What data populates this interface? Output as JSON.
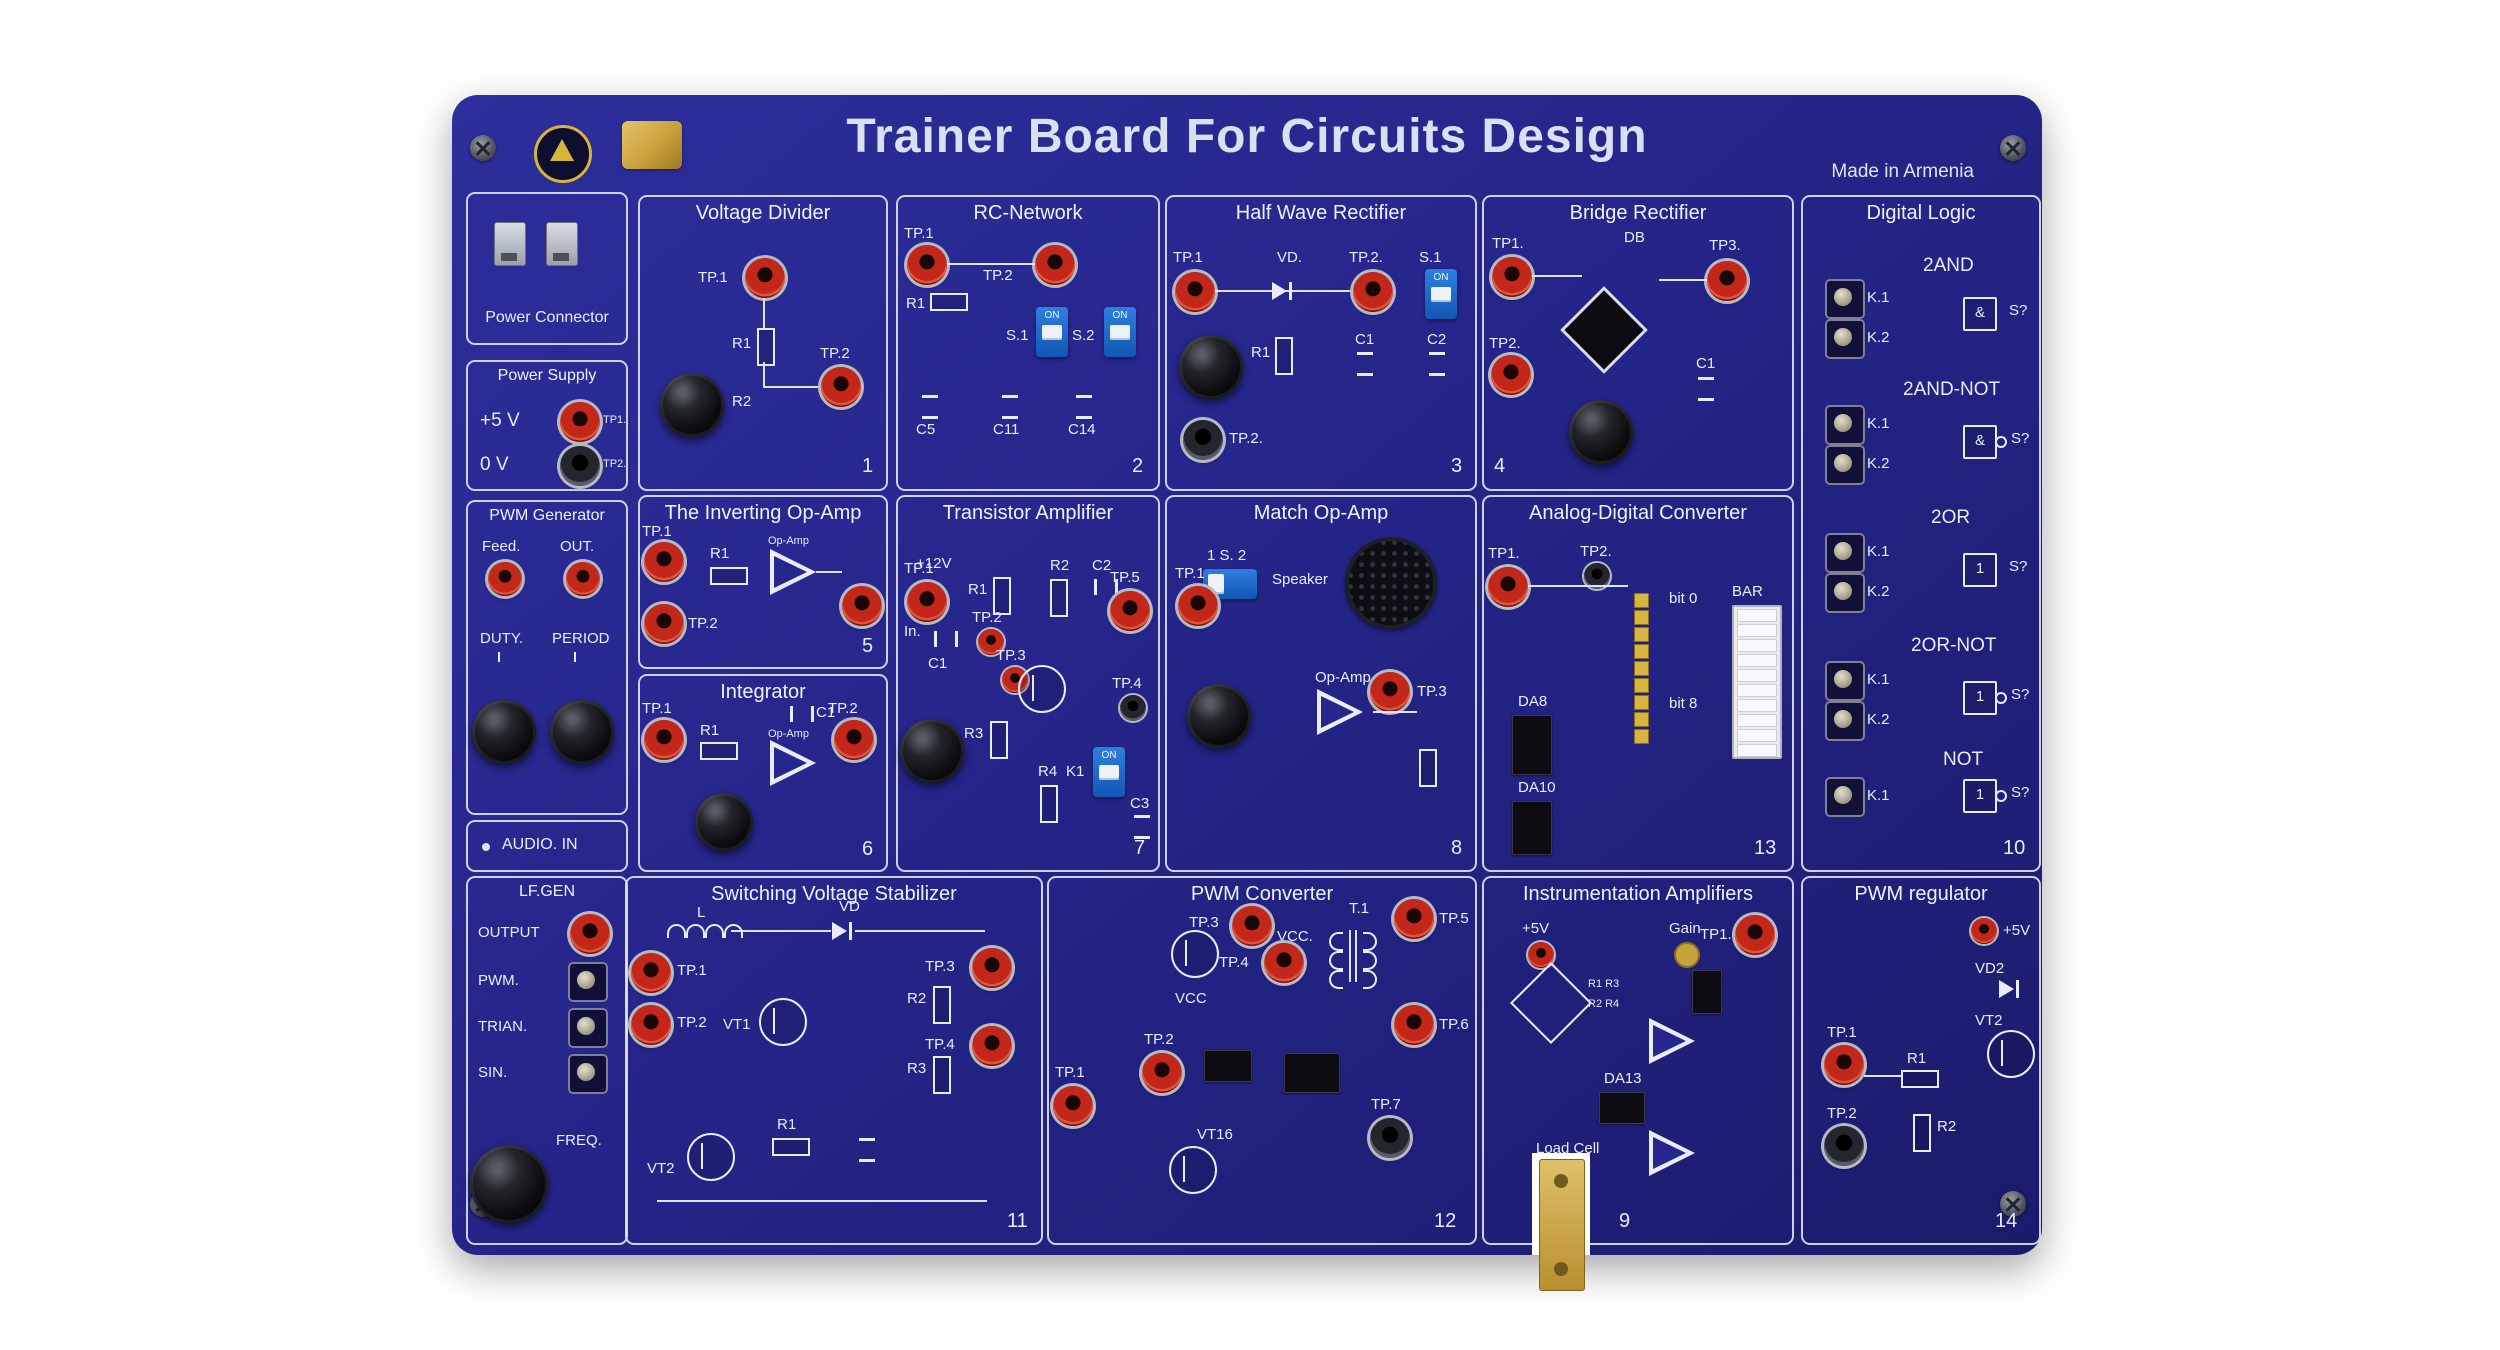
{
  "board": {
    "title": "Trainer Board For Circuits Design",
    "made_in": "Made in Armenia"
  },
  "left_panel": {
    "power_connector": {
      "title": "Power Connector"
    },
    "power_supply": {
      "title": "Power Supply",
      "plus_5v": "+5 V",
      "zero_v": "0 V",
      "tp1": "TP1.",
      "tp2": "TP2."
    },
    "pwm_generator": {
      "title": "PWM Generator",
      "feed": "Feed.",
      "out": "OUT.",
      "duty": "DUTY.",
      "period": "PERIOD"
    },
    "audio_in": {
      "title": "AUDIO. IN"
    },
    "lf_gen": {
      "title": "LF.GEN",
      "output": "OUTPUT",
      "pwm": "PWM.",
      "trian": "TRIAN.",
      "sin": "SIN.",
      "freq": "FREQ."
    }
  },
  "modules": {
    "voltage_divider": {
      "title": "Voltage Divider",
      "number": "1",
      "tp1": "TP.1",
      "tp2": "TP.2",
      "r1": "R1",
      "r2": "R2"
    },
    "rc_network": {
      "title": "RC-Network",
      "number": "2",
      "tp1": "TP.1",
      "tp2": "TP.2",
      "r1": "R1",
      "s1": "S.1",
      "s2": "S.2",
      "on": "ON",
      "c5": "C5",
      "c11": "C11",
      "c14": "C14"
    },
    "half_wave_rectifier": {
      "title": "Half Wave Rectifier",
      "number": "3",
      "tp1": "TP.1",
      "vd": "VD.",
      "tp2_top": "TP.2.",
      "s1": "S.1",
      "on": "ON",
      "r1": "R1",
      "c1": "C1",
      "c2": "C2",
      "tp2_bottom": "TP.2."
    },
    "bridge_rectifier": {
      "title": "Bridge Rectifier",
      "number": "4",
      "tp1": "TP1.",
      "db": "DB",
      "tp3": "TP3.",
      "tp2": "TP2.",
      "c1": "C1"
    },
    "inverting_opamp": {
      "title": "The Inverting Op-Amp",
      "number": "5",
      "tp1": "TP.1",
      "tp2": "TP.2",
      "r1": "R1",
      "opamp": "Op-Amp"
    },
    "integrator": {
      "title": "Integrator",
      "number": "6",
      "tp1": "TP.1",
      "tp2": "TP.2",
      "r1": "R1",
      "c1": "C1",
      "opamp": "Op-Amp"
    },
    "transistor_amplifier": {
      "title": "Transistor Amplifier",
      "number": "7",
      "v12": "+12V",
      "tp1": "TP.1",
      "in_lbl": "In.",
      "c1": "C1",
      "tp2": "TP.2",
      "tp3": "TP.3",
      "r1": "R1",
      "r2": "R2",
      "c2": "C2",
      "tp5": "TP.5",
      "tp4": "TP.4",
      "r3": "R3",
      "r4": "R4",
      "k1": "K1",
      "on": "ON",
      "c3": "C3"
    },
    "match_opamp": {
      "title": "Match Op-Amp",
      "number": "8",
      "switch_label": "1 S. 2",
      "speaker": "Speaker",
      "tp1": "TP.1",
      "opamp": "Op-Amp",
      "tp3": "TP.3"
    },
    "adc": {
      "title": "Analog-Digital Converter",
      "number": "13",
      "tp1": "TP1.",
      "tp2": "TP2.",
      "bit0": "bit 0",
      "bar": "BAR",
      "bit8": "bit 8",
      "da8": "DA8",
      "da10": "DA10"
    },
    "switching_stabilizer": {
      "title": "Switching Voltage Stabilizer",
      "number": "11",
      "l": "L",
      "vd": "VD",
      "tp1": "TP.1",
      "tp2": "TP.2",
      "vt1": "VT1",
      "r2": "R2",
      "tp3": "TP.3",
      "tp4": "TP.4",
      "r3": "R3",
      "r1": "R1",
      "vt2": "VT2"
    },
    "pwm_converter": {
      "title": "PWM Converter",
      "number": "12",
      "tp3": "TP.3",
      "t1": "T.1",
      "vcc_top": "VCC.",
      "tp4": "TP.4",
      "tp5": "TP.5",
      "tp6": "TP.6",
      "vcc": "VCC",
      "tp2": "TP.2",
      "tp1": "TP.1",
      "vt16": "VT16",
      "tp7": "TP.7"
    },
    "instrumentation_amplifiers": {
      "title": "Instrumentation Amplifiers",
      "number": "9",
      "plus5v": "+5V",
      "gain": "Gain",
      "tp1": "TP1.",
      "r1r3": "R1 R3",
      "r2r4": "R2 R4",
      "da13": "DA13",
      "load_cell": "Load Cell"
    },
    "pwm_regulator": {
      "title": "PWM regulator",
      "number": "14",
      "plus5v": "+5V",
      "vd2": "VD2",
      "vt2": "VT2",
      "tp1": "TP.1",
      "r1": "R1",
      "tp2": "TP.2",
      "r2": "R2"
    }
  },
  "digital_logic": {
    "title": "Digital Logic",
    "number": "10",
    "gates": [
      {
        "label": "2AND",
        "k1": "K.1",
        "k2": "K.2",
        "out": "S?",
        "symbol": "&"
      },
      {
        "label": "2AND-NOT",
        "k1": "K.1",
        "k2": "K.2",
        "out": "S?",
        "symbol": "&"
      },
      {
        "label": "2OR",
        "k1": "K.1",
        "k2": "K.2",
        "out": "S?",
        "symbol": "1"
      },
      {
        "label": "2OR-NOT",
        "k1": "K.1",
        "k2": "K.2",
        "out": "S?",
        "symbol": "1"
      },
      {
        "label": "NOT",
        "k1": "K.1",
        "out": "S?",
        "symbol": "1"
      }
    ]
  },
  "colors": {
    "board_blue": "#26268c",
    "silkscreen": "#e9edfb",
    "jack_red": "#c3271a",
    "switch_blue": "#1d6bd0",
    "gold": "#c9a13b",
    "led_bar": "#e8eaee"
  }
}
